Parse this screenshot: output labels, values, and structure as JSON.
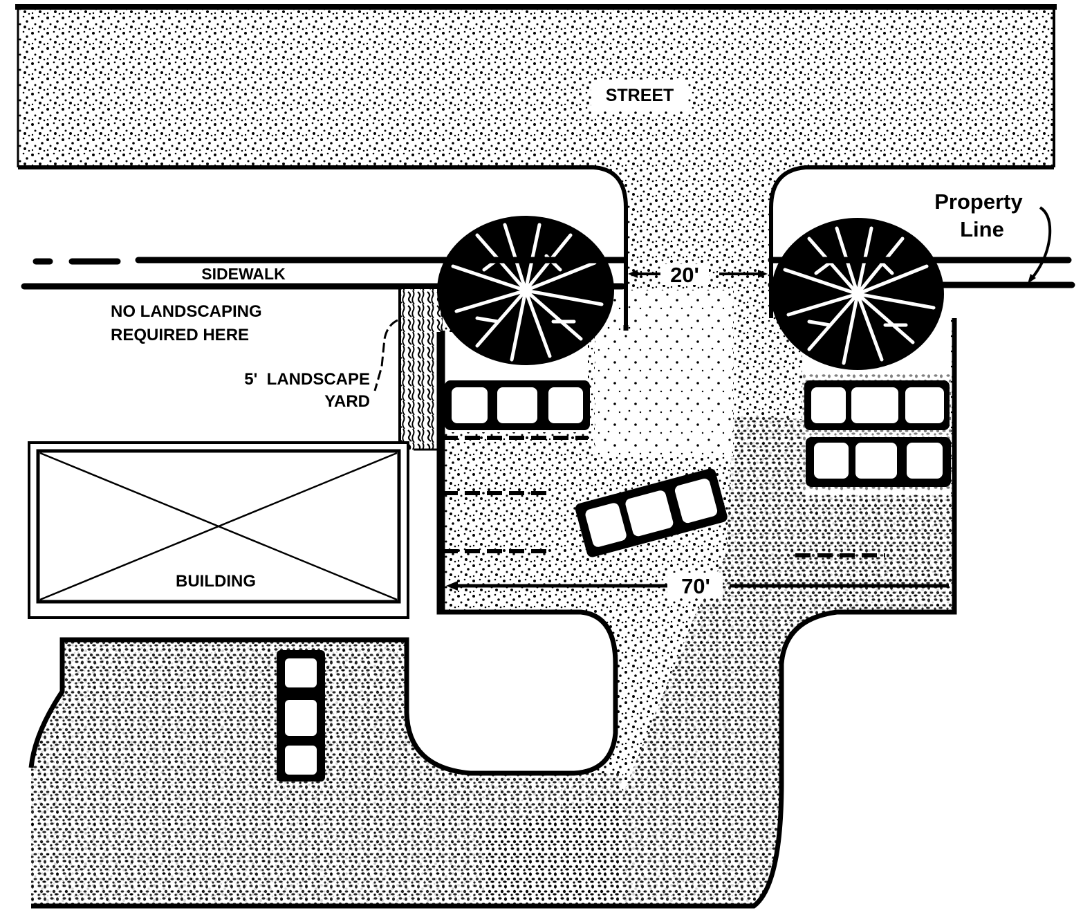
{
  "diagram": {
    "title": "Parking lot landscaping site plan",
    "colors": {
      "ink": "#000000",
      "paper": "#ffffff"
    },
    "labels": {
      "street": "STREET",
      "sidewalk": "SIDEWALK",
      "property_line_1": "Property",
      "property_line_2": "Line",
      "no_landscaping_1": "NO LANDSCAPING",
      "no_landscaping_2": "REQUIRED HERE",
      "landscape_yard_1": "5'  LANDSCAPE",
      "landscape_yard_2": "YARD",
      "building": "BUILDING",
      "driveway_width": "20'",
      "lot_width": "70'"
    },
    "icons": [
      "tree-icon",
      "car-icon"
    ],
    "elements": {
      "trees": 2,
      "cars_left_row": 1,
      "cars_right_row": 2,
      "cars_angled": 1,
      "cars_bottom_lot": 1
    }
  }
}
